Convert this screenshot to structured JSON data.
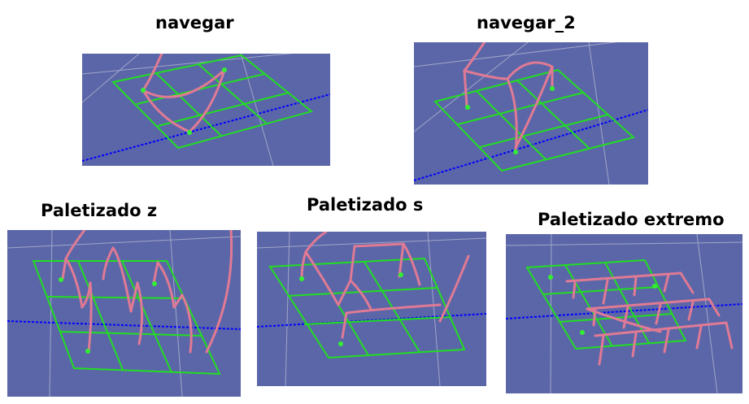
{
  "background_color": "#5b66a8",
  "grid_color": "#22dd22",
  "arm_color": "#e07a94",
  "axis_color": "#0000ff",
  "reference_line_color": "#a0a6c8",
  "panels": [
    {
      "title": "navegar"
    },
    {
      "title": "navegar_2"
    },
    {
      "title": "Paletizado z"
    },
    {
      "title": "Paletizado s"
    },
    {
      "title": "Paletizado extremo"
    }
  ]
}
